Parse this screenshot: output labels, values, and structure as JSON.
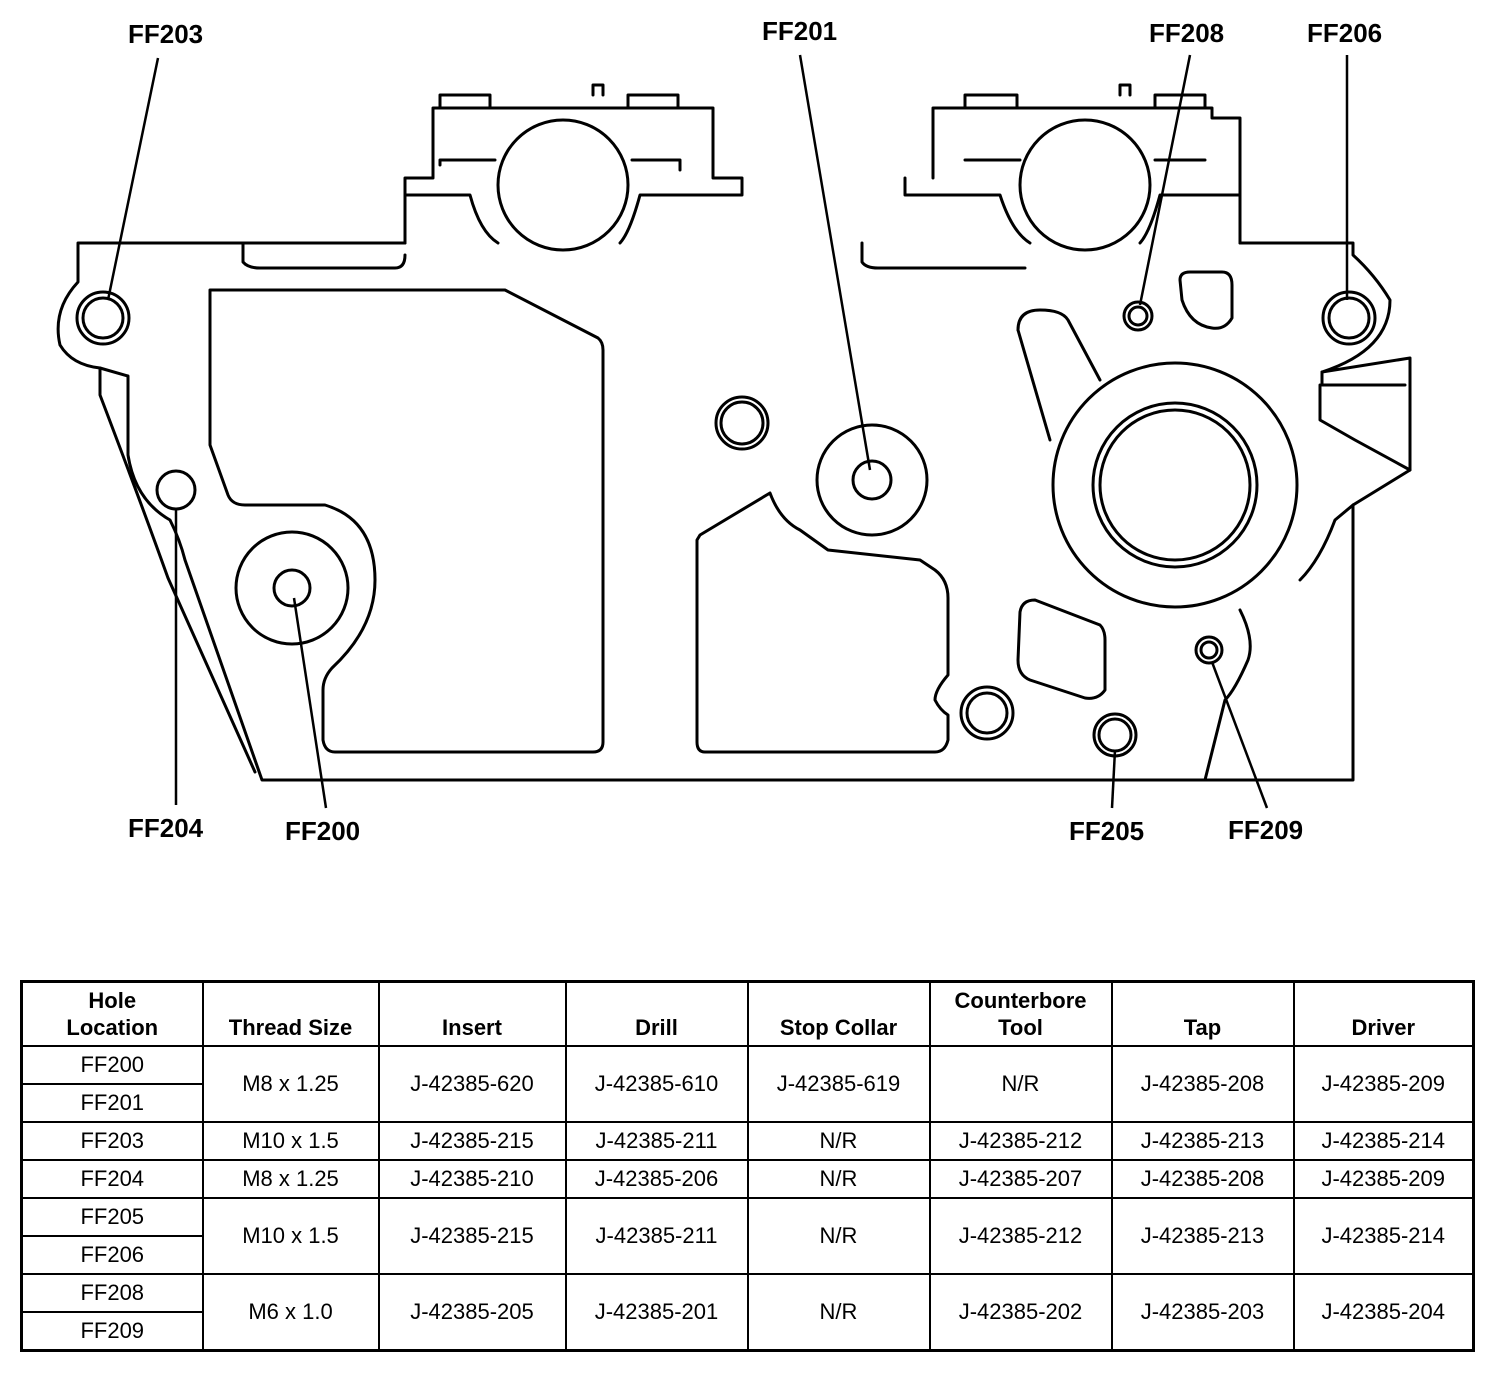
{
  "callouts": {
    "ff203": "FF203",
    "ff201": "FF201",
    "ff208": "FF208",
    "ff206": "FF206",
    "ff204": "FF204",
    "ff200": "FF200",
    "ff205": "FF205",
    "ff209": "FF209"
  },
  "table": {
    "headers": {
      "hole_location": [
        "Hole",
        "Location"
      ],
      "thread_size": "Thread Size",
      "insert": "Insert",
      "drill": "Drill",
      "stop_collar": "Stop Collar",
      "counterbore_tool": [
        "Counterbore",
        "Tool"
      ],
      "tap": "Tap",
      "driver": "Driver"
    },
    "groups": [
      {
        "holes": [
          "FF200",
          "FF201"
        ],
        "thread": "M8 x 1.25",
        "insert": "J-42385-620",
        "drill": "J-42385-610",
        "stop_collar": "J-42385-619",
        "counterbore": "N/R",
        "tap": "J-42385-208",
        "driver": "J-42385-209"
      },
      {
        "holes": [
          "FF203"
        ],
        "thread": "M10 x 1.5",
        "insert": "J-42385-215",
        "drill": "J-42385-211",
        "stop_collar": "N/R",
        "counterbore": "J-42385-212",
        "tap": "J-42385-213",
        "driver": "J-42385-214"
      },
      {
        "holes": [
          "FF204"
        ],
        "thread": "M8 x 1.25",
        "insert": "J-42385-210",
        "drill": "J-42385-206",
        "stop_collar": "N/R",
        "counterbore": "J-42385-207",
        "tap": "J-42385-208",
        "driver": "J-42385-209"
      },
      {
        "holes": [
          "FF205",
          "FF206"
        ],
        "thread": "M10 x 1.5",
        "insert": "J-42385-215",
        "drill": "J-42385-211",
        "stop_collar": "N/R",
        "counterbore": "J-42385-212",
        "tap": "J-42385-213",
        "driver": "J-42385-214"
      },
      {
        "holes": [
          "FF208",
          "FF209"
        ],
        "thread": "M6 x 1.0",
        "insert": "J-42385-205",
        "drill": "J-42385-201",
        "stop_collar": "N/R",
        "counterbore": "J-42385-202",
        "tap": "J-42385-203",
        "driver": "J-42385-204"
      }
    ]
  }
}
